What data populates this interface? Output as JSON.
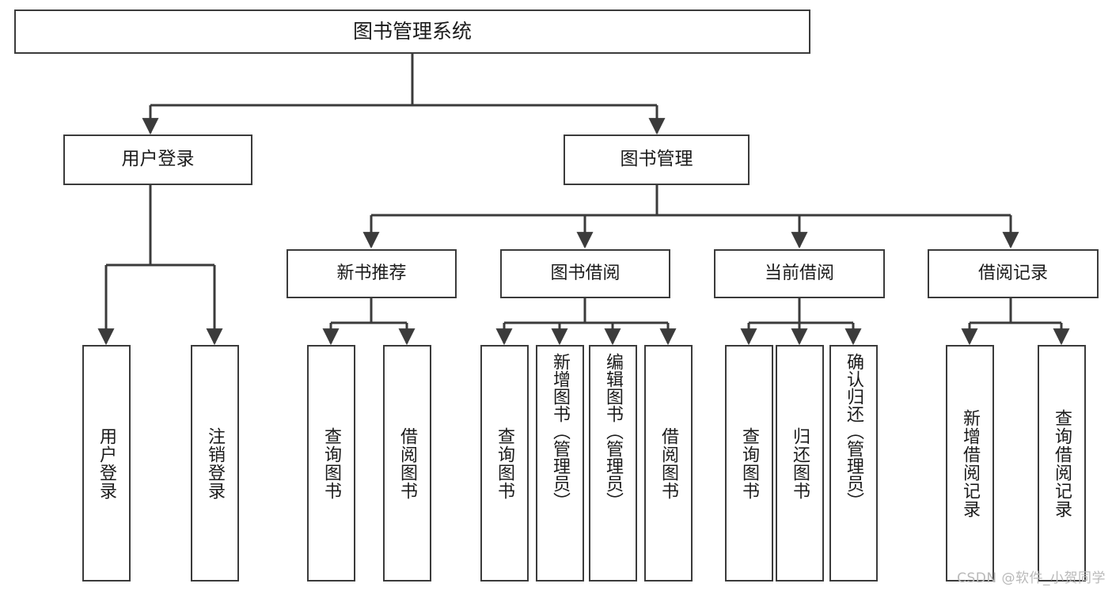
{
  "diagram": {
    "type": "hierarchy-tree",
    "title": "图书管理系统",
    "root": {
      "id": "root",
      "label": "图书管理系统"
    },
    "level1": [
      {
        "id": "user-login",
        "label": "用户登录"
      },
      {
        "id": "book-manage",
        "label": "图书管理"
      }
    ],
    "level2": [
      {
        "id": "new-book-rec",
        "label": "新书推荐",
        "parent": "book-manage"
      },
      {
        "id": "book-borrow",
        "label": "图书借阅",
        "parent": "book-manage"
      },
      {
        "id": "current-borrow",
        "label": "当前借阅",
        "parent": "book-manage"
      },
      {
        "id": "borrow-record",
        "label": "借阅记录",
        "parent": "book-manage"
      }
    ],
    "leaves": [
      {
        "id": "leaf-user-login",
        "label": "用户登录",
        "parent": "user-login"
      },
      {
        "id": "leaf-user-logout",
        "label": "注销登录",
        "parent": "user-login"
      },
      {
        "id": "leaf-rec-query",
        "label": "查询图书",
        "parent": "new-book-rec"
      },
      {
        "id": "leaf-rec-borrow",
        "label": "借阅图书",
        "parent": "new-book-rec"
      },
      {
        "id": "leaf-bb-query",
        "label": "查询图书",
        "parent": "book-borrow"
      },
      {
        "id": "leaf-bb-add",
        "label": "新增图书（管理员）",
        "parent": "book-borrow"
      },
      {
        "id": "leaf-bb-edit",
        "label": "编辑图书（管理员）",
        "parent": "book-borrow"
      },
      {
        "id": "leaf-bb-borrow",
        "label": "借阅图书",
        "parent": "book-borrow"
      },
      {
        "id": "leaf-cb-query",
        "label": "查询图书",
        "parent": "current-borrow"
      },
      {
        "id": "leaf-cb-return",
        "label": "归还图书",
        "parent": "current-borrow"
      },
      {
        "id": "leaf-cb-confirm",
        "label": "确认归还（管理员）",
        "parent": "current-borrow"
      },
      {
        "id": "leaf-br-add",
        "label": "新增借阅记录",
        "parent": "borrow-record"
      },
      {
        "id": "leaf-br-query",
        "label": "查询借阅记录",
        "parent": "borrow-record"
      }
    ]
  },
  "watermark": {
    "text": "CSDN @软件_小贺同学"
  },
  "colors": {
    "stroke": "#3b3b3b",
    "box_fill": "#ffffff",
    "text": "#1b1b1b",
    "watermark": "#b9b9b9",
    "background": "#ffffff"
  }
}
